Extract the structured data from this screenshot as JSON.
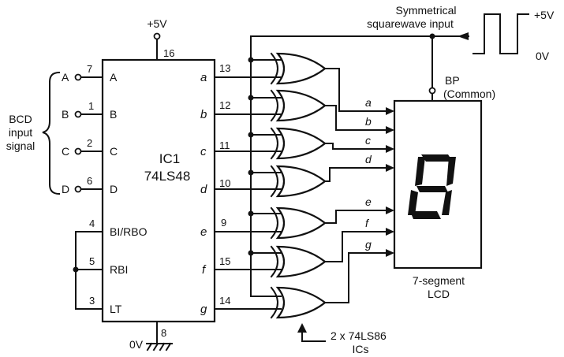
{
  "ic1": {
    "name": "IC1",
    "part": "74LS48",
    "inputs": [
      {
        "label": "A",
        "pin": "7",
        "node": "A"
      },
      {
        "label": "B",
        "pin": "1",
        "node": "B"
      },
      {
        "label": "C",
        "pin": "2",
        "node": "C"
      },
      {
        "label": "D",
        "pin": "6",
        "node": "D"
      }
    ],
    "control": [
      {
        "label": "BI/RBO",
        "pin": "4"
      },
      {
        "label": "RBI",
        "pin": "5"
      },
      {
        "label": "LT",
        "pin": "3"
      }
    ],
    "outputs": [
      {
        "seg": "a",
        "pin": "13"
      },
      {
        "seg": "b",
        "pin": "12"
      },
      {
        "seg": "c",
        "pin": "11"
      },
      {
        "seg": "d",
        "pin": "10"
      },
      {
        "seg": "e",
        "pin": "9"
      },
      {
        "seg": "f",
        "pin": "15"
      },
      {
        "seg": "g",
        "pin": "14"
      }
    ],
    "vcc_label": "+5V",
    "vcc_pin": "16",
    "gnd_label": "0V",
    "gnd_pin": "8"
  },
  "bcd_label": [
    "BCD",
    "input",
    "signal"
  ],
  "square_input": {
    "label": [
      "Symmetrical",
      "squarewave input"
    ],
    "high": "+5V",
    "low": "0V"
  },
  "bp_label": [
    "BP",
    "(Common)"
  ],
  "lcd_label": [
    "7-segment",
    "LCD"
  ],
  "lcd_segment_labels": [
    "a",
    "b",
    "c",
    "d",
    "e",
    "f",
    "g"
  ],
  "gates_label": [
    "2 x 74LS86",
    "ICs"
  ]
}
